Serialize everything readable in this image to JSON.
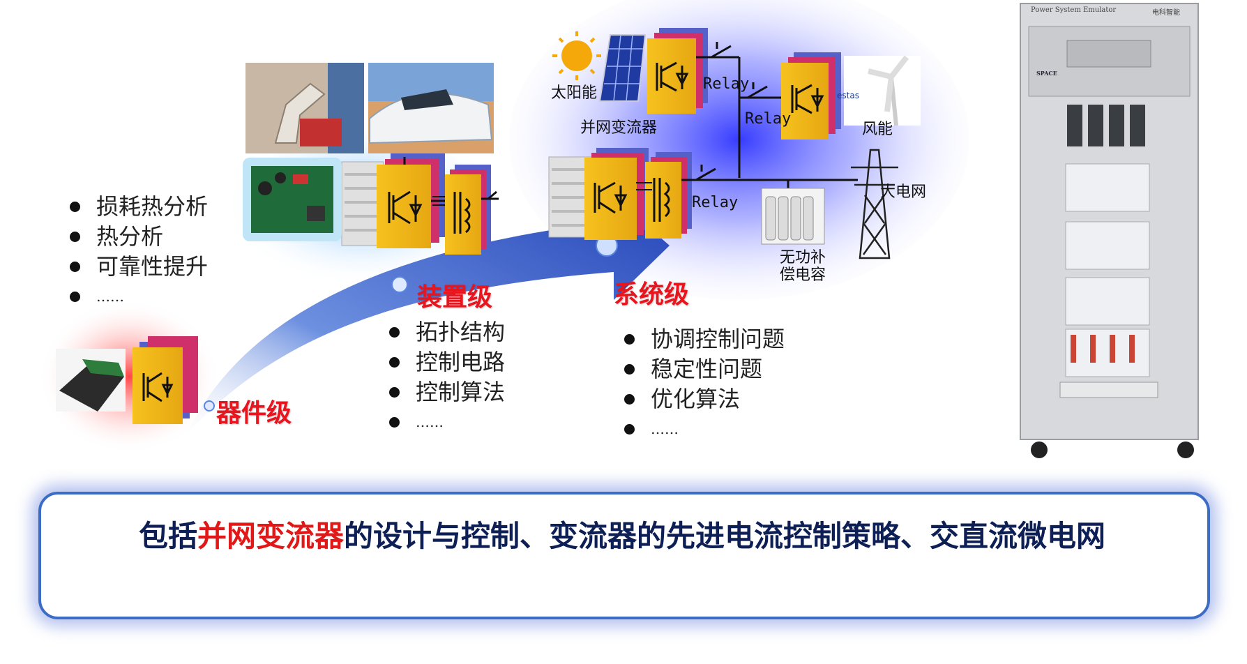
{
  "device_level": {
    "label": "器件级",
    "bullets": [
      "损耗热分析",
      "热分析",
      "可靠性提升",
      "……"
    ]
  },
  "apparatus_level": {
    "label": "装置级",
    "bullets": [
      "拓扑结构",
      "控制电路",
      "控制算法",
      "……"
    ]
  },
  "system_level": {
    "label": "系统级",
    "bullets": [
      "协调控制问题",
      "稳定性问题",
      "优化算法",
      "……"
    ],
    "labels": {
      "solar": "太阳能",
      "grid_converter": "并网变流器",
      "wind": "风能",
      "main_grid": "大电网",
      "reactive_comp_1": "无功补",
      "reactive_comp_2": "偿电容",
      "relay": "Relay",
      "vestas": "estas"
    }
  },
  "emulator": {
    "title": "Power System Emulator",
    "brand": "电科智能",
    "logo": "SPACE"
  },
  "summary": {
    "prefix": "包括",
    "highlight": "并网变流器",
    "rest": "的设计与控制、变流器的先进电流控制策略、交直流微电网"
  },
  "colors": {
    "highlight": "#e01818",
    "summary_text": "#0d1f55",
    "arrow": "#3d62c8",
    "converter_yellow": "#f2b81c"
  },
  "icons": [
    "robot-arm-photo",
    "train-photo",
    "pcb-photo",
    "module-photo",
    "sun-icon",
    "solar-panel-icon",
    "wind-turbine-icon",
    "pylon-icon",
    "capacitor-icon",
    "igbt-icon",
    "transformer-icon",
    "switch-icon"
  ]
}
